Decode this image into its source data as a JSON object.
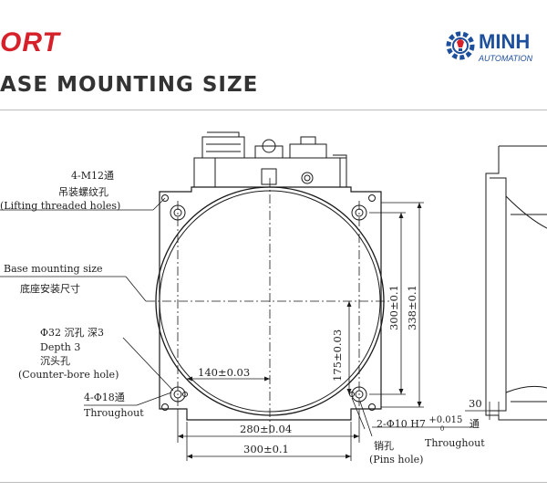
{
  "header": {
    "brand": "ORT",
    "title": "ASE MOUNTING SIZE"
  },
  "logo": {
    "name": "MINH",
    "subtitle": "AUTOMATION",
    "icon": "gear-lightbulb-icon",
    "brand_color": "#1d4f9c"
  },
  "colors": {
    "brand_red": "#d6202a",
    "line": "#1a1a1a"
  },
  "callouts": {
    "lifting": {
      "spec": "4-M12通",
      "cn": "吊装螺纹孔",
      "en": "(Lifting threaded holes)"
    },
    "base": {
      "en": "Base mounting size",
      "cn": "底座安装尺寸"
    },
    "counterbore": {
      "spec": "Φ32 沉孔 深3",
      "depth": "Depth 3",
      "cn": "沉头孔",
      "en": "(Counter-bore hole)"
    },
    "through": {
      "spec": "4-Φ18通",
      "en": "Throughout"
    },
    "pins": {
      "spec_prefix": "2-Φ10 H7",
      "tol_upper": "+0.015",
      "tol_lower": "0",
      "spec_suffix": "通",
      "en": "Throughout",
      "cn": "销孔",
      "en2": "(Pins hole)"
    }
  },
  "dimensions": {
    "d140": "140±0.03",
    "d280": "280±0.04",
    "d300_bottom": "300±0.1",
    "d175": "175±0.03",
    "d300_right": "300±0.1",
    "d338": "338±0.1",
    "d30": "30"
  }
}
